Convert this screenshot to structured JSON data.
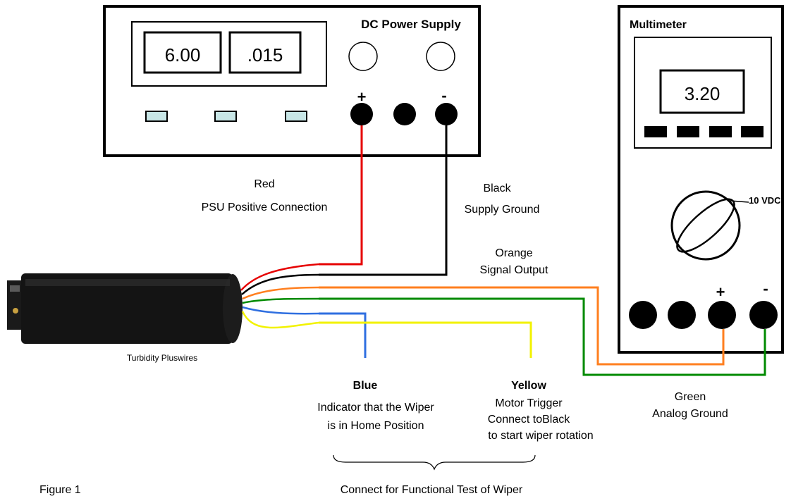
{
  "psu": {
    "title": "DC Power Supply",
    "voltage_display": "6.00",
    "current_display": ".015",
    "positive_symbol": "+",
    "negative_symbol": "-"
  },
  "multimeter": {
    "title": "Multimeter",
    "reading": "3.20",
    "range_label": "10 VDC",
    "positive_symbol": "+",
    "negative_symbol": "-"
  },
  "wires": {
    "red": {
      "color_name": "Red",
      "description": "PSU Positive Connection",
      "hex": "#e60000"
    },
    "black": {
      "color_name": "Black",
      "description": "Supply Ground",
      "hex": "#000000"
    },
    "orange": {
      "color_name": "Orange",
      "description": "Signal Output",
      "hex": "#ff7f1f"
    },
    "green": {
      "color_name": "Green",
      "description": "Analog Ground",
      "hex": "#008a00"
    },
    "blue": {
      "color_name": "Blue",
      "description_line1": "Indicator that the Wiper",
      "description_line2": "is in Home Position",
      "hex": "#2f6fe0"
    },
    "yellow": {
      "color_name": "Yellow",
      "description_line1": "Motor Trigger",
      "description_line2": "Connect toBlack",
      "description_line3": "to start wiper rotation",
      "hex": "#f2f200"
    }
  },
  "sensor_label": "Turbidity Pluswires",
  "brace_caption": "Connect for Functional Test of Wiper",
  "figure_label": "Figure 1",
  "colors": {
    "button_fill": "#c8e6e6",
    "outline": "#000000"
  }
}
